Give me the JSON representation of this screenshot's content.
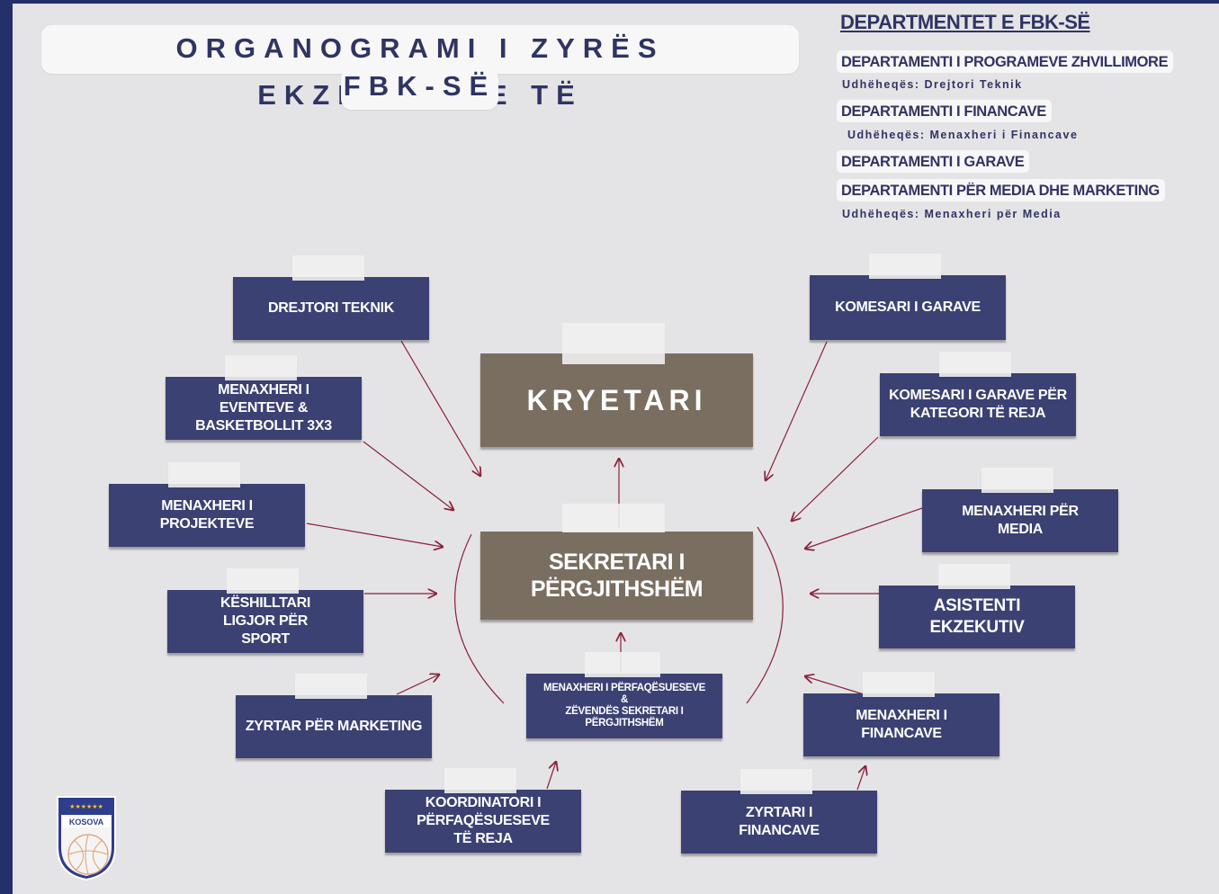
{
  "title": {
    "line1": "ORGANOGRAMI I ZYRËS EKZEKUTIVE TË",
    "line2": "FBK-SË"
  },
  "departments": {
    "heading": "DEPARTMENTET E FBK-SË",
    "items": [
      {
        "name": "DEPARTAMENTI I PROGRAMEVE ZHVILLIMORE",
        "lead": "Udhëheqës: Drejtori Teknik"
      },
      {
        "name": "DEPARTAMENTI I FINANCAVE",
        "lead": "Udhëheqës: Menaxheri i Financave"
      },
      {
        "name": "DEPARTAMENTI I GARAVE",
        "lead": ""
      },
      {
        "name": "DEPARTAMENTI PËR MEDIA DHE MARKETING",
        "lead": "Udhëheqës: Menaxheri për Media"
      }
    ]
  },
  "org": {
    "president": "KRYETARI",
    "secretary_general": "SEKRETARI I PËRGJITHSHËM",
    "deputy": {
      "line1": "MENAXHERI I PËRFAQËSUESEVE",
      "line2": "&",
      "line3": "ZËVENDËS SEKRETARI I PËRGJITHSHËM"
    },
    "technical_director": "DREJTORI TEKNIK",
    "events_manager": "MENAXHERI I EVENTEVE & BASKETBOLLIT 3X3",
    "projects_manager": "MENAXHERI I PROJEKTEVE",
    "legal_advisor": "KËSHILLTARI LIGJOR PËR SPORT",
    "marketing_officer": "ZYRTAR PËR MARKETING",
    "new_teams_coordinator": "KOORDINATORI I PËRFAQËSUESEVE TË REJA",
    "finance_officer": "ZYRTARI I FINANCAVE",
    "finance_manager": "MENAXHERI I FINANCAVE",
    "executive_assistant": "ASISTENTI EKZEKUTIV",
    "media_manager": "MENAXHERI PËR MEDIA",
    "new_categories_commissioner": "KOMESARI I GARAVE PËR KATEGORI TË REJA",
    "games_commissioner": "KOMESARI I GARAVE"
  },
  "logo": {
    "text": "KOSOVA",
    "stars": "★★★★★★"
  },
  "colors": {
    "frame": "#24306a",
    "background": "#e4e4e6",
    "box_blue": "#3b4172",
    "box_brown": "#7a6e61",
    "arrow": "#8c1f3a",
    "text_dark": "#2f3463"
  }
}
